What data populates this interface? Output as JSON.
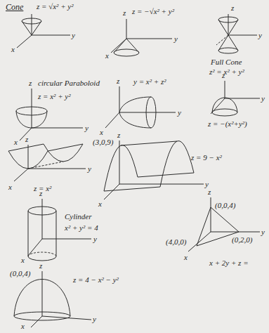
{
  "diagram": {
    "labels": [
      "Cone",
      "z = √x² + y²",
      "y",
      "x",
      "z = −√x² + y²",
      "z",
      "y",
      "x",
      "z",
      "y",
      "Full Cone",
      "z² = x² + y²",
      "z",
      "circular Paraboloid",
      "z = x² + y²",
      "y",
      "x",
      "y = x² + z²",
      "z",
      "y",
      "x",
      "z",
      "y",
      "z = −(x²+y²)",
      "z",
      "y",
      "x",
      "z = x²",
      "(3,0,9)",
      "z",
      "z = 9 − x²",
      "y",
      "x",
      "z",
      "Cylinder",
      "x² + y² = 4",
      "y",
      "x",
      "z",
      "(0,0,4)",
      "(0,2,0)",
      "(4,0,0)",
      "y",
      "x",
      "x + 2y + z =",
      "z",
      "(0,0,4)",
      "z = 4 − x² − y²",
      "y",
      "x"
    ]
  }
}
